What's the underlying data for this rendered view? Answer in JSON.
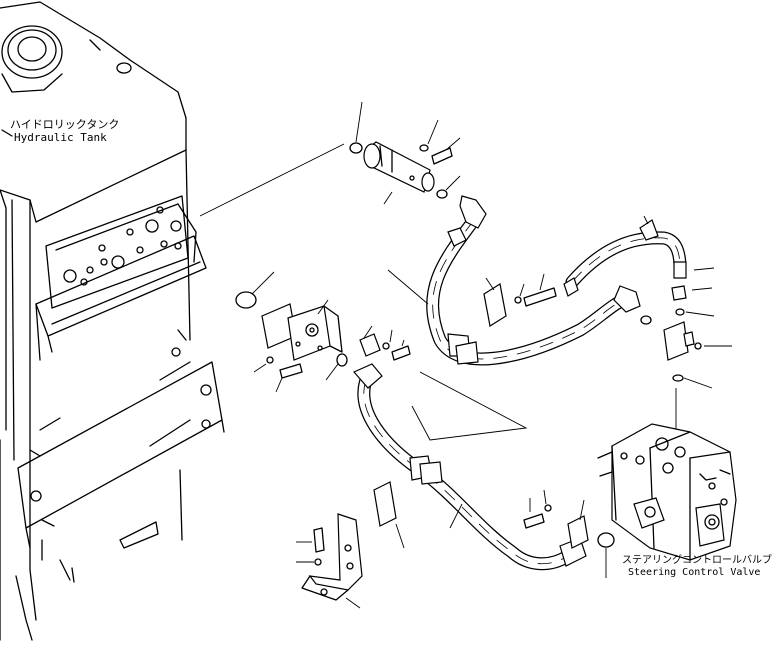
{
  "labels": {
    "hydraulic_tank_jp": "ハイドロリックタンク",
    "hydraulic_tank_en": "Hydraulic Tank",
    "steering_valve_jp": "ステアリングコントロールバルブ",
    "steering_valve_en": "Steering Control Valve"
  }
}
